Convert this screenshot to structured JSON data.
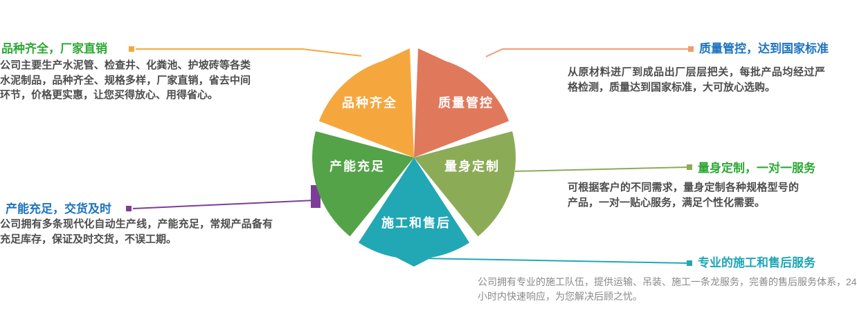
{
  "colors": {
    "green_label": "#2ea836",
    "blue_label": "#1e73be",
    "teal_label": "#1fa6b5",
    "body_text": "#4d4d4d",
    "note_text": "#898989",
    "purple_accent": "#7b3d97"
  },
  "flower": {
    "petals": [
      {
        "label": "品种齐全",
        "color": "#f5a73e"
      },
      {
        "label": "质量管控",
        "color": "#e0795c"
      },
      {
        "label": "量身定制",
        "color": "#8cab57"
      },
      {
        "label": "施工和售后",
        "color": "#22a7b5"
      },
      {
        "label": "产能充足",
        "color": "#54a348"
      }
    ]
  },
  "callouts": {
    "top_left": {
      "title": "品种齐全，厂家直销",
      "line_color": "#f5a73e",
      "body": "公司主要生产水泥管、检查井、化粪池、护坡砖等各类水泥制品，品种齐全、规格多样，厂家直销，省去中间环节，价格更实惠，让您买得放心、用得省心。"
    },
    "top_right": {
      "title": "质量管控，达到国家标准",
      "line_color": "#f09c72",
      "body": "从原材料进厂到成品出厂层层把关，每批产品均经过严格检测，质量达到国家标准，大可放心选购。"
    },
    "right": {
      "title": "量身定制，一对一服务",
      "line_color": "#8cab57",
      "body": "可根据客户的不同需求，量身定制各种规格型号的产品，一对一贴心服务，满足个性化需要。"
    },
    "left": {
      "title": "产能充足，交货及时",
      "line_color": "#7b3d97",
      "body": "公司拥有多条现代化自动生产线，产能充足，常规产品备有充足库存，保证及时交货，不误工期。"
    },
    "bottom_right": {
      "title": "专业的施工和售后服务",
      "line_color": "#22a7b5"
    }
  },
  "footer_note": {
    "line1": "公司拥有专业的施工队伍，提供运输、吊装、施工一条龙服务，完善的售后服务体系，24",
    "line2": "小时内快速响应，为您解决后顾之忧。"
  }
}
